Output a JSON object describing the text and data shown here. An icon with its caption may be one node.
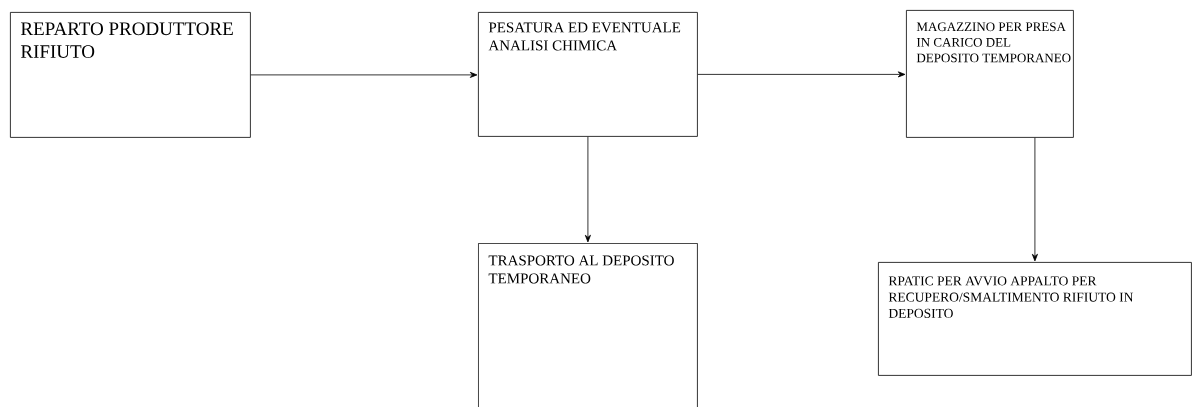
{
  "diagram": {
    "nodes": [
      {
        "text": [
          "REPARTO PRODUTTORE RIFIUTO"
        ]
      },
      {
        "text": [
          "PESATURA ED EVENTUALE ANALISI CHIMICA"
        ]
      },
      {
        "text": [
          "MAGAZZINO PER PRESA IN CARICO DEL DEPOSITO TEMPORANEO"
        ]
      },
      {
        "text": [
          "TRASPORTO AL DEPOSITO TEMPORANEO"
        ]
      },
      {
        "text": [
          "RPATIC PER AVVIO APPALTO PER RECUPERO/SMALTIMENTO RIFIUTO IN DEPOSITO"
        ]
      }
    ],
    "edges": [
      {
        "from": 0,
        "to": 1,
        "arrow": "to"
      },
      {
        "from": 1,
        "to": 2,
        "arrow": "to"
      },
      {
        "from": 1,
        "to": 3,
        "arrow": "to"
      },
      {
        "from": 2,
        "to": 4,
        "arrow": "to"
      }
    ]
  }
}
